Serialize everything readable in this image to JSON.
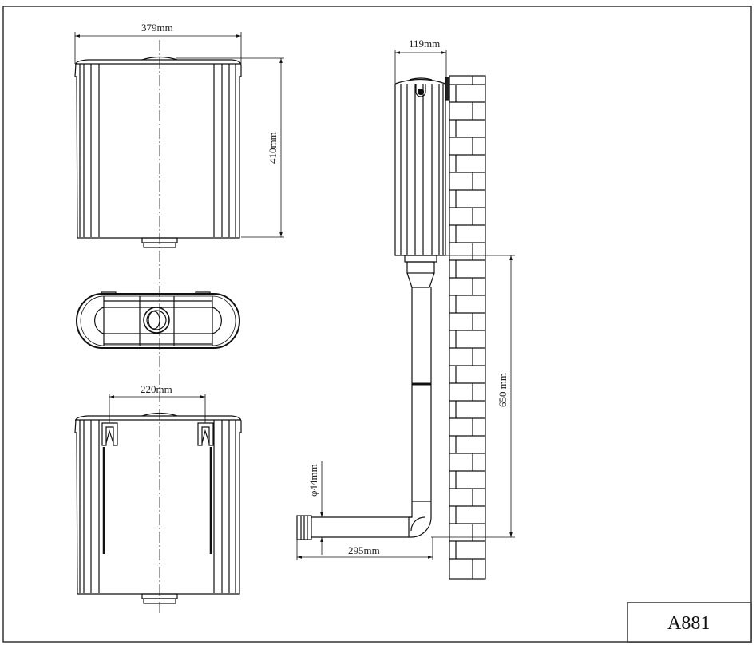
{
  "drawing": {
    "model": "A881",
    "colors": {
      "line": "#111111",
      "background": "#ffffff"
    },
    "views": {
      "front": {
        "width_label": "379mm",
        "height_label": "410mm"
      },
      "top": {},
      "back": {
        "bracket_spacing_label": "220mm"
      },
      "side": {
        "depth_label": "119mm",
        "pipe_height_label": "650 mm",
        "outlet_diameter_label": "φ44mm",
        "outlet_length_label": "295mm"
      }
    }
  }
}
